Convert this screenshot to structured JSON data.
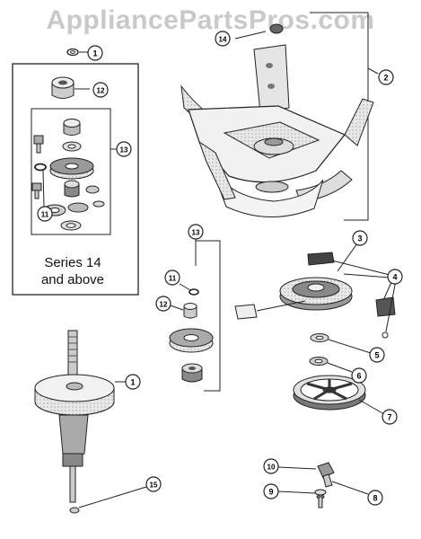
{
  "watermark": "AppliancePartsPros.com",
  "series_note": {
    "line1": "Series 14",
    "line2": "and above"
  },
  "callouts": {
    "c1_top": "1",
    "c12_top": "12",
    "c13_top": "13",
    "c11_top": "11",
    "c14": "14",
    "c2": "2",
    "c13_mid": "13",
    "c11_mid": "11",
    "c12_mid": "12",
    "c3": "3",
    "c4": "4",
    "c5": "5",
    "c6": "6",
    "c7": "7",
    "c1_bottom": "1",
    "c15": "15",
    "c10": "10",
    "c9": "9",
    "c8": "8"
  }
}
